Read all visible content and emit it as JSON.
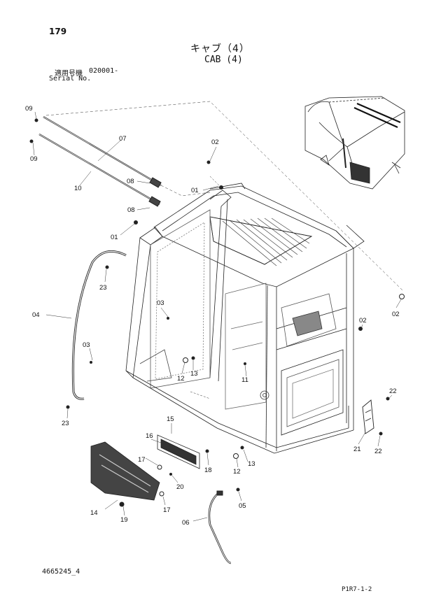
{
  "page": {
    "number": "179",
    "title_jp": "キャブ（4）",
    "title_en": "CAB (4)",
    "serial_label_jp": "適用号機",
    "serial_value": "020001-",
    "serial_label_en": "Serial No.",
    "document_number": "4665245_4",
    "page_code": "P1R7-1-2"
  },
  "callouts": {
    "c09a": "09",
    "c09b": "09",
    "c07": "07",
    "c10": "10",
    "c02a": "02",
    "c01a": "01",
    "c08a": "08",
    "c08b": "08",
    "c01b": "01",
    "c23a": "23",
    "c04": "04",
    "c03a": "03",
    "c03b": "03",
    "c02b": "02",
    "c02c": "02",
    "c13a": "13",
    "c12a": "12",
    "c11": "11",
    "c23b": "23",
    "c22a": "22",
    "c15": "15",
    "c16": "16",
    "c17a": "17",
    "c18": "18",
    "c13b": "13",
    "c12b": "12",
    "c21": "21",
    "c22b": "22",
    "c20": "20",
    "c14": "14",
    "c19": "19",
    "c17b": "17",
    "c05": "05",
    "c06": "06"
  }
}
